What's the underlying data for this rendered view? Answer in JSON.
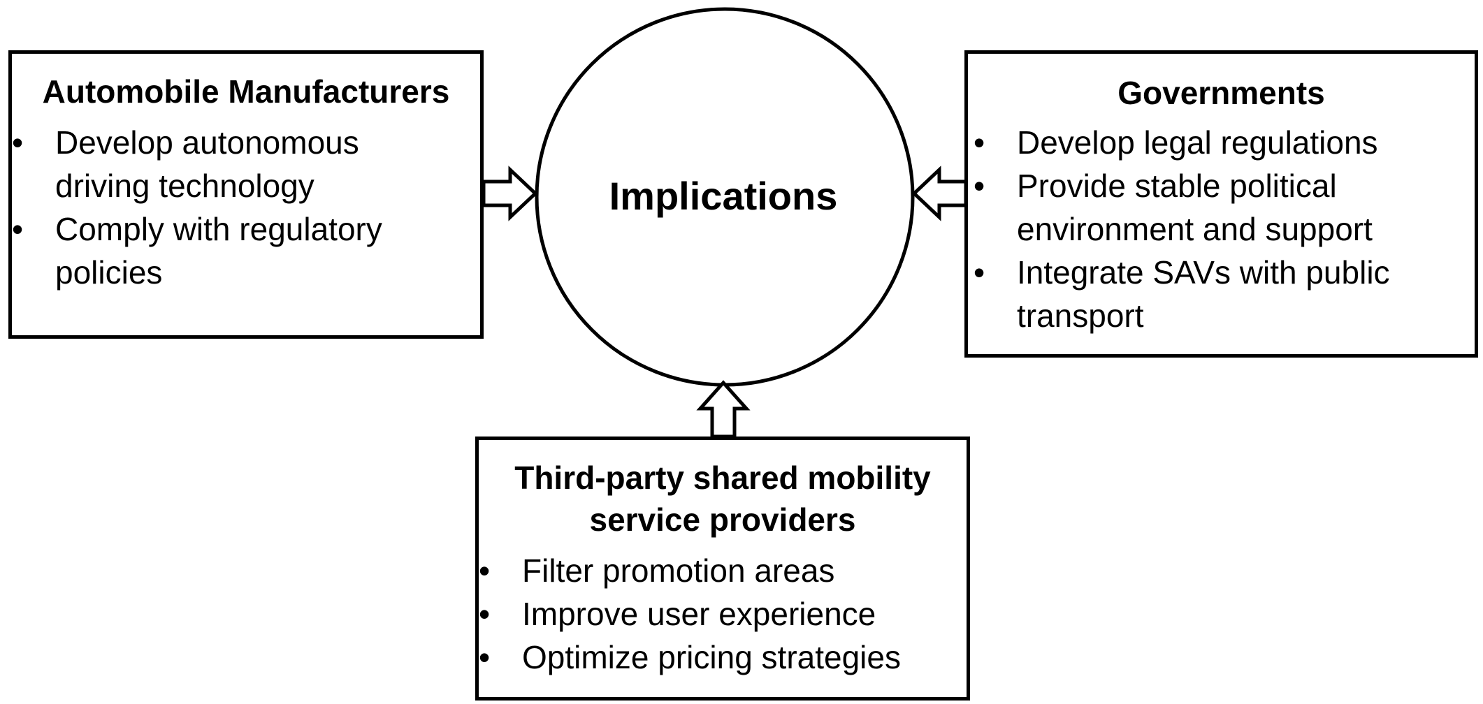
{
  "center": {
    "label": "Implications"
  },
  "manufacturers": {
    "title": "Automobile Manufacturers",
    "items": [
      {
        "bullet": "•",
        "line1": "Develop autonomous",
        "line2": "driving technology"
      },
      {
        "bullet": "•",
        "line1": "Comply with regulatory",
        "line2": "policies"
      }
    ]
  },
  "governments": {
    "title": "Governments",
    "items": [
      {
        "bullet": "•",
        "line1": "Develop legal regulations",
        "line2": ""
      },
      {
        "bullet": "•",
        "line1": "Provide stable political",
        "line2": "environment and support"
      },
      {
        "bullet": "•",
        "line1": "Integrate SAVs with public",
        "line2": "transport"
      }
    ]
  },
  "providers": {
    "title_line1": "Third-party shared mobility",
    "title_line2": "service providers",
    "items": [
      {
        "bullet": "•",
        "text": "Filter promotion areas"
      },
      {
        "bullet": "•",
        "text": "Improve user experience"
      },
      {
        "bullet": "•",
        "text": "Optimize pricing strategies"
      }
    ]
  },
  "colors": {
    "stroke": "#000000",
    "fill": "#ffffff"
  }
}
